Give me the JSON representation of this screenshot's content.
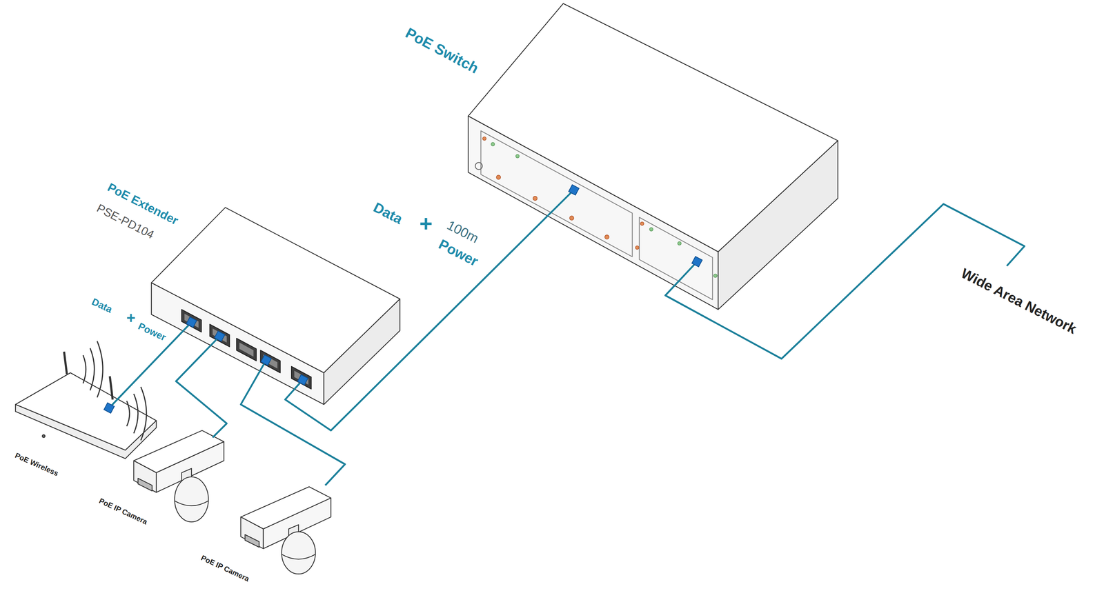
{
  "diagram": {
    "nodes": [
      {
        "text": [
          "PoE Switch"
        ]
      },
      {
        "text": [
          "PoE Extender",
          "PSE-PD104"
        ]
      },
      {
        "text": [
          "PoE Wireless"
        ]
      },
      {
        "text": [
          "PoE IP Camera"
        ]
      },
      {
        "text": [
          "PoE IP Camera"
        ]
      },
      {
        "text": [
          "Wide Area Network"
        ]
      }
    ],
    "edges": [
      {
        "from": 0,
        "to": 5,
        "arrow": "none"
      },
      {
        "from": 1,
        "to": 0,
        "arrow": "none"
      },
      {
        "from": 1,
        "to": 2,
        "arrow": "none"
      },
      {
        "from": 1,
        "to": 3,
        "arrow": "none"
      },
      {
        "from": 1,
        "to": 4,
        "arrow": "none"
      }
    ],
    "labels": [
      "Data",
      "+",
      "100m",
      "Power",
      "Data",
      "+",
      "Power"
    ]
  }
}
